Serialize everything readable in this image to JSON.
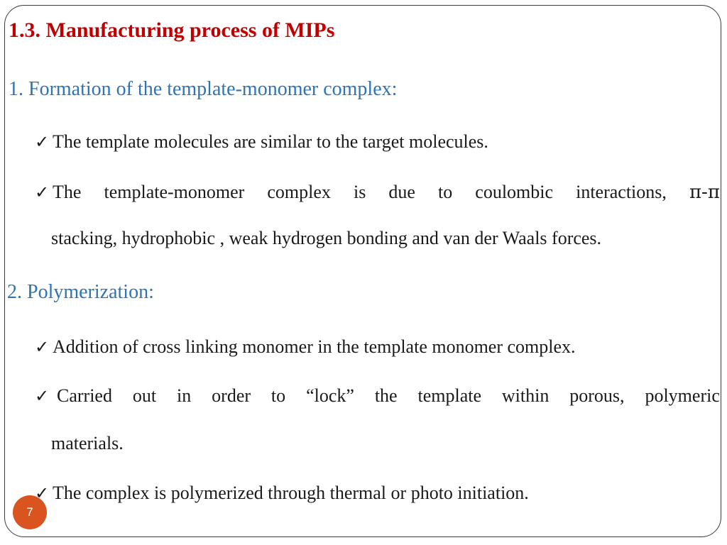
{
  "slide": {
    "title": "1.3. Manufacturing  process of MIPs",
    "page_number": "7",
    "colors": {
      "title": "#c00000",
      "heading": "#2e74b5",
      "text": "#1a1a1a",
      "badge": "#d9541e",
      "frame": "#3a3a3a"
    },
    "check_icon": "check-mark-icon",
    "section1": {
      "heading": "1.  Formation of the template-monomer complex:",
      "bullet1": "The template molecules are similar to the target molecules.",
      "bullet2": {
        "words": [
          "The",
          "template-monomer",
          "complex",
          "is",
          "due",
          "to",
          "coulombic",
          "interactions,",
          "π-π"
        ],
        "line2": "stacking, hydrophobic , weak hydrogen bonding and van der Waals forces."
      }
    },
    "section2": {
      "heading": "2. Polymerization:",
      "bullet1": "Addition of cross linking monomer in the template monomer complex.",
      "bullet2": {
        "words": [
          "Carried",
          "out",
          "in",
          "order",
          "to",
          "“lock”",
          "the",
          "template",
          "within",
          "porous,",
          "polymeric"
        ],
        "line2": "materials."
      },
      "bullet3": "The complex is polymerized through thermal or photo initiation."
    }
  }
}
